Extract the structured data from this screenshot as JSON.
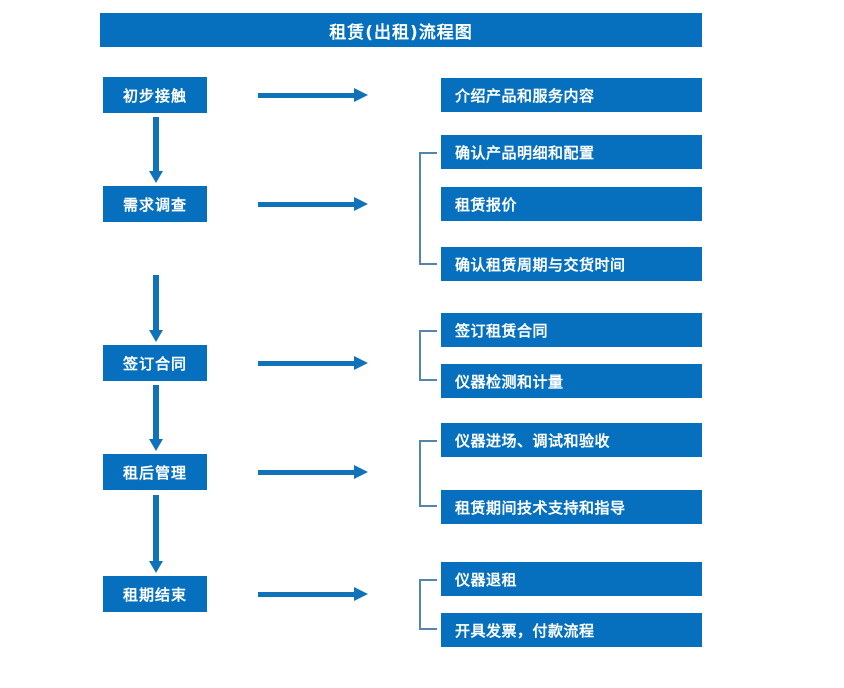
{
  "diagram": {
    "title": "租赁(出租)流程图",
    "accent_color": "#0670bf",
    "arrow_color": "#1072b8",
    "bracket_color": "#5585ac",
    "text_color": "#ffffff",
    "background_color": "#ffffff"
  },
  "stages": [
    {
      "label": "初步接触"
    },
    {
      "label": "需求调查"
    },
    {
      "label": "签订合同"
    },
    {
      "label": "租后管理"
    },
    {
      "label": "租期结束"
    }
  ],
  "details": [
    {
      "label": "介绍产品和服务内容"
    },
    {
      "label": "确认产品明细和配置"
    },
    {
      "label": "租赁报价"
    },
    {
      "label": "确认租赁周期与交货时间"
    },
    {
      "label": "签订租赁合同"
    },
    {
      "label": "仪器检测和计量"
    },
    {
      "label": "仪器进场、调试和验收"
    },
    {
      "label": "租赁期间技术支持和指导"
    },
    {
      "label": "仪器退租"
    },
    {
      "label": "开具发票，付款流程"
    }
  ],
  "groups": [
    {
      "stage": "初步接触",
      "detail_labels": [
        "介绍产品和服务内容"
      ],
      "bracketed": false
    },
    {
      "stage": "需求调查",
      "detail_labels": [
        "确认产品明细和配置",
        "租赁报价",
        "确认租赁周期与交货时间"
      ],
      "bracketed": true
    },
    {
      "stage": "签订合同",
      "detail_labels": [
        "签订租赁合同",
        "仪器检测和计量"
      ],
      "bracketed": true
    },
    {
      "stage": "租后管理",
      "detail_labels": [
        "仪器进场、调试和验收",
        "租赁期间技术支持和指导"
      ],
      "bracketed": true
    },
    {
      "stage": "租期结束",
      "detail_labels": [
        "仪器退租",
        "开具发票，付款流程"
      ],
      "bracketed": true
    }
  ]
}
